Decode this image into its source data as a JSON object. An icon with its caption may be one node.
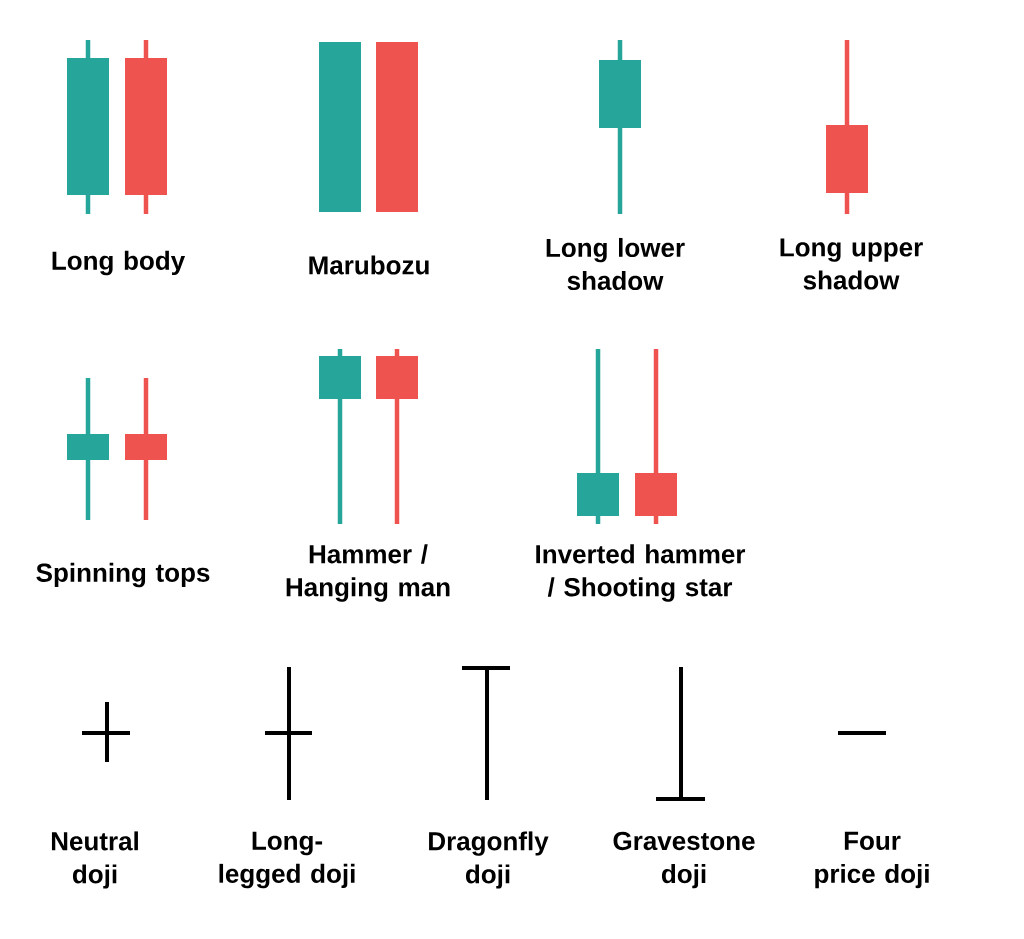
{
  "diagram": {
    "labels": [
      "Long body",
      "Marubozu",
      "Long lower shadow",
      "Long upper shadow",
      "Spinning tops",
      "Hammer / Hanging man",
      "Inverted hammer / Shooting star",
      "Neutral doji",
      "Long-legged doji",
      "Dragonfly doji",
      "Gravestone doji",
      "Four price doji"
    ]
  }
}
